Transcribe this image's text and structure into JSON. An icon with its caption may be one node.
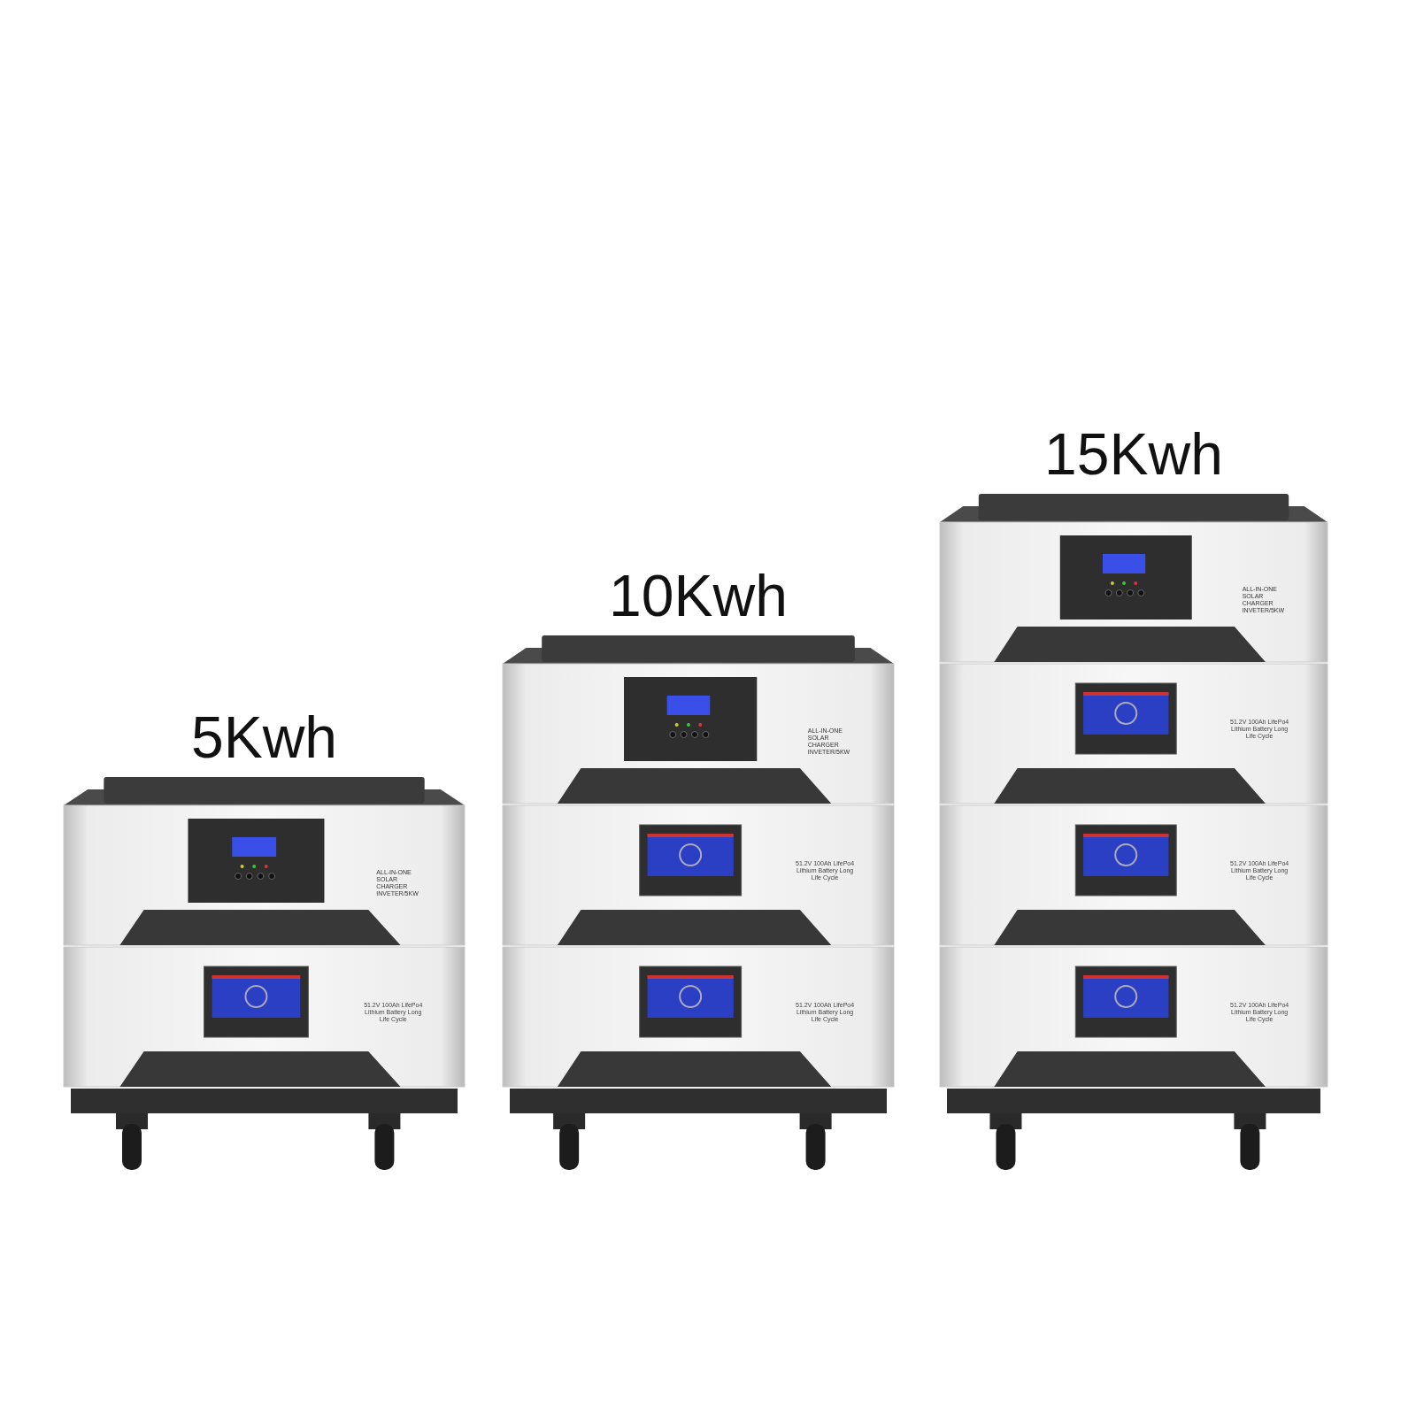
{
  "diagram": {
    "labels": [
      "5Kwh",
      "ALL-IN-ONE SOLAR CHARGER INVETER/5KW",
      "51.2V 100Ah LifePo4 Lithium Battery Long Life Cycle",
      "10Kwh",
      "ALL-IN-ONE SOLAR CHARGER INVETER/5KW",
      "51.2V 100Ah LifePo4 Lithium Battery Long Life Cycle",
      "51.2V 100Ah LifePo4 Lithium Battery Long Life Cycle",
      "15Kwh",
      "ALL-IN-ONE SOLAR CHARGER INVETER/5KW",
      "51.2V 100Ah LifePo4 Lithium Battery Long Life Cycle",
      "51.2V 100Ah LifePo4 Lithium Battery Long Life Cycle",
      "51.2V 100Ah LifePo4 Lithium Battery Long Life Cycle"
    ]
  }
}
